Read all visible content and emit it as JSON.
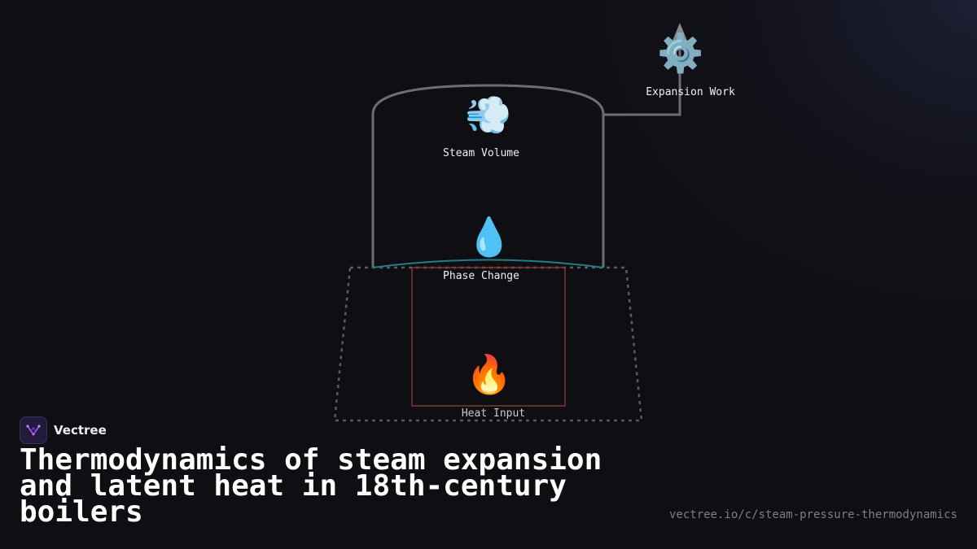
{
  "diagram": {
    "nodes": {
      "expansion_work": {
        "icon": "gear-icon",
        "glyph": "⚙️",
        "label": "Expansion Work"
      },
      "steam_volume": {
        "icon": "steam-cloud-icon",
        "glyph": "💨",
        "label": "Steam Volume"
      },
      "phase_change": {
        "icon": "water-drop-icon",
        "glyph": "💧",
        "label": "Phase Change"
      },
      "heat_input": {
        "icon": "fire-icon",
        "glyph": "🔥",
        "label": "Heat Input"
      }
    },
    "colors": {
      "boiler_outline": "#6e6e72",
      "water_line": "#1f7f86",
      "firebox_outline": "#7a3a38",
      "furnace_dashed": "#5a5a60",
      "arrow": "#8a8a90"
    }
  },
  "brand": {
    "name": "Vectree",
    "logo": "vectree-logo-icon"
  },
  "title": "Thermodynamics of steam expansion and latent heat in 18th-century boilers",
  "url": "vectree.io/c/steam-pressure-thermodynamics"
}
